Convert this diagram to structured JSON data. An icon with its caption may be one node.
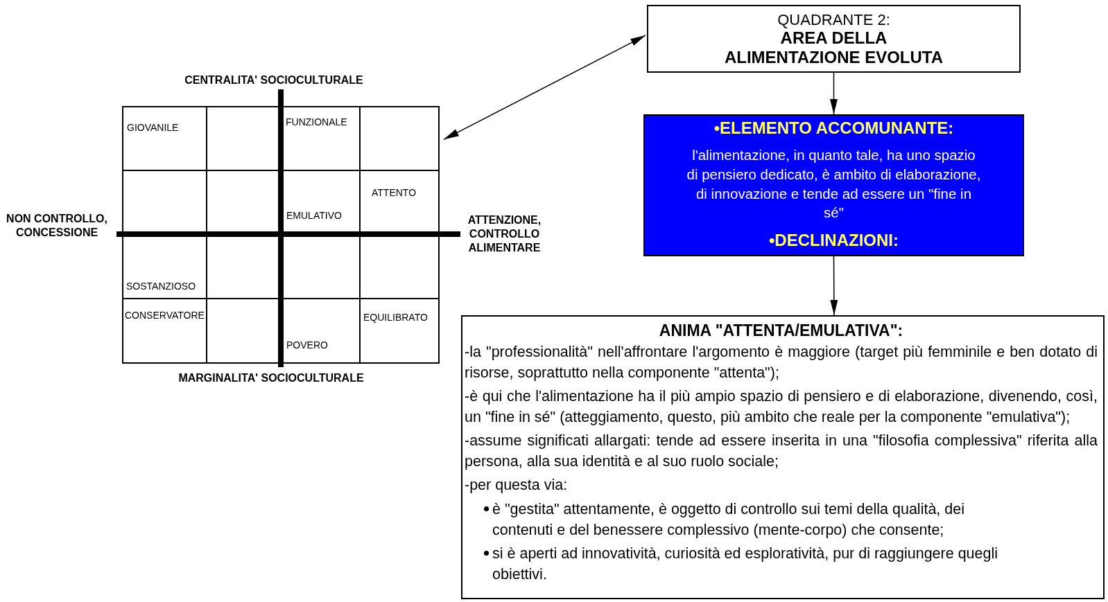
{
  "diagram": {
    "nodes": [
      {
        "text": [
          "GIOVANILE",
          "FUNZIONALE",
          "ATTENTO",
          "EMULATIVO",
          "SOSTANZIOSO",
          "CONSERVATORE",
          "EQUILIBRATO",
          "POVERO"
        ]
      },
      {
        "text": [
          "QUADRANTE 2:",
          "AREA DELLA ALIMENTAZIONE EVOLUTA"
        ]
      },
      {
        "text": [
          "•ELEMENTO ACCOMUNANTE:",
          "l'alimentazione, in quanto tale, ha uno spazio di pensiero dedicato, è ambito di elaborazione, di innovazione e tende ad essere un \"fine in sé\"",
          "•DECLINAZIONI:"
        ]
      },
      {
        "text": [
          "ANIMA \"ATTENTA/EMULATIVA\":",
          "-la \"professionalità\" nell'affrontare l'argomento è maggiore (target più femminile e ben dotato di risorse, soprattutto nella componente \"attenta\");",
          "-è qui che l'alimentazione ha il più ampio spazio di pensiero e di elaborazione, divenendo, così, un \"fine in sé\" (atteggiamento, questo, più ambito che reale per la componente \"emulativa\");",
          "-assume significati allargati: tende ad essere inserita in una \"filosofia complessiva\" riferita alla persona, alla sua identità e al suo ruolo sociale;",
          "-per questa via:",
          "è \"gestita\" attentamente, è oggetto di controllo sui temi della qualità, dei contenuti e del benessere complessivo (mente-corpo) che consente;",
          "si è aperti ad innovatività, curiosità ed esploratività, pur di raggiungere quegli obiettivi."
        ]
      }
    ],
    "edges": [
      {
        "from": 0,
        "to": 1,
        "arrow": "both"
      },
      {
        "from": 1,
        "to": 2,
        "arrow": "to"
      },
      {
        "from": 2,
        "to": 3,
        "arrow": "to"
      }
    ],
    "labels": [
      "CENTRALITA' SOCIOCULTURALE",
      "NON CONTROLLO, CONCESSIONE",
      "ATTENZIONE, CONTROLLO ALIMENTARE",
      "MARGINALITA' SOCIOCULTURALE"
    ]
  }
}
